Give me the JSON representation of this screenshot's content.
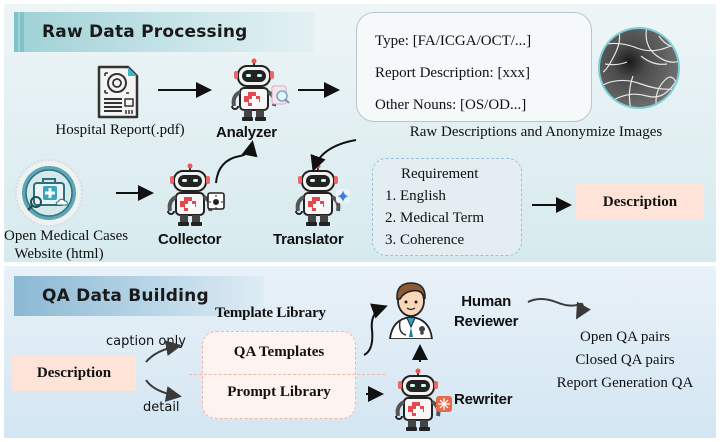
{
  "sections": {
    "raw": {
      "title": "Raw Data Processing",
      "hospital_report": "Hospital Report(.pdf)",
      "website_line1": "Open Medical Cases",
      "website_line2": "Website (html)",
      "analyzer": "Analyzer",
      "collector": "Collector",
      "translator": "Translator",
      "info_box": [
        "Type: [FA/ICGA/OCT/...]",
        "Report Description: [xxx]",
        "Other Nouns: [OS/OD...]"
      ],
      "raw_caption": "Raw Descriptions and Anonymize Images",
      "requirement": {
        "title": "Requirement",
        "items": [
          "1. English",
          "2. Medical Term",
          "3. Coherence"
        ]
      },
      "description": "Description"
    },
    "qa": {
      "title": "QA Data Building",
      "description": "Description",
      "caption_only": "caption only",
      "detail": "detail",
      "template_library": "Template Library",
      "qa_templates": "QA Templates",
      "prompt_library": "Prompt Library",
      "human_line1": "Human",
      "human_line2": "Reviewer",
      "rewriter": "Rewriter",
      "outputs": [
        "Open QA pairs",
        "Closed QA pairs",
        "Report Generation QA"
      ]
    }
  },
  "colors": {
    "raw_panel": "#d6eaee",
    "qa_panel": "#d3e6f2",
    "description_fill": "#fde3d8",
    "requirement_border": "#98c2da",
    "library_border": "#f0b5aa",
    "robot_cross": "#e5484d"
  }
}
